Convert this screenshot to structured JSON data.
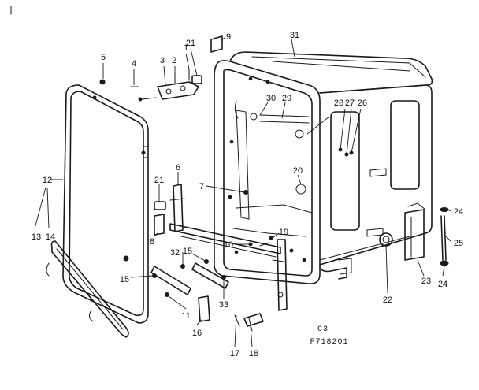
{
  "diagram": {
    "callouts": {
      "c1": "1",
      "c2": "2",
      "c3": "3",
      "c4": "4",
      "c5": "5",
      "c6": "6",
      "c7": "7",
      "c8": "8",
      "c9": "9",
      "c10": "10",
      "c11": "11",
      "c12": "12",
      "c13": "13",
      "c14": "14",
      "c15a": "15",
      "c15b": "15",
      "c16": "16",
      "c17": "17",
      "c18": "18",
      "c19": "19",
      "c20": "20",
      "c21a": "21",
      "c21b": "21",
      "c22": "22",
      "c23": "23",
      "c24a": "24",
      "c24b": "24",
      "c25": "25",
      "c26": "26",
      "c27": "27",
      "c28": "28",
      "c29": "29",
      "c30": "30",
      "c31": "31",
      "c32": "32",
      "c33": "33"
    },
    "code": "C3",
    "figure_id": "F718201"
  }
}
